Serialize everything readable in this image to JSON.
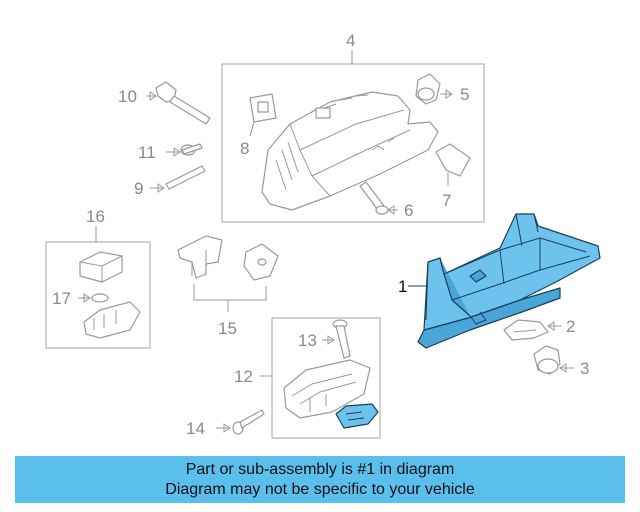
{
  "callouts": {
    "c1": "1",
    "c2": "2",
    "c3": "3",
    "c4": "4",
    "c5": "5",
    "c6": "6",
    "c7": "7",
    "c8": "8",
    "c9": "9",
    "c10": "10",
    "c11": "11",
    "c12": "12",
    "c13": "13",
    "c14": "14",
    "c15": "15",
    "c16": "16",
    "c17": "17"
  },
  "banner": {
    "line1": "Part or sub-assembly is #1 in diagram",
    "line2": "Diagram may not be specific to your vehicle"
  },
  "colors": {
    "highlight": "#6ec3ee",
    "banner": "#5bbfed",
    "linework": "#9a9a9a"
  }
}
